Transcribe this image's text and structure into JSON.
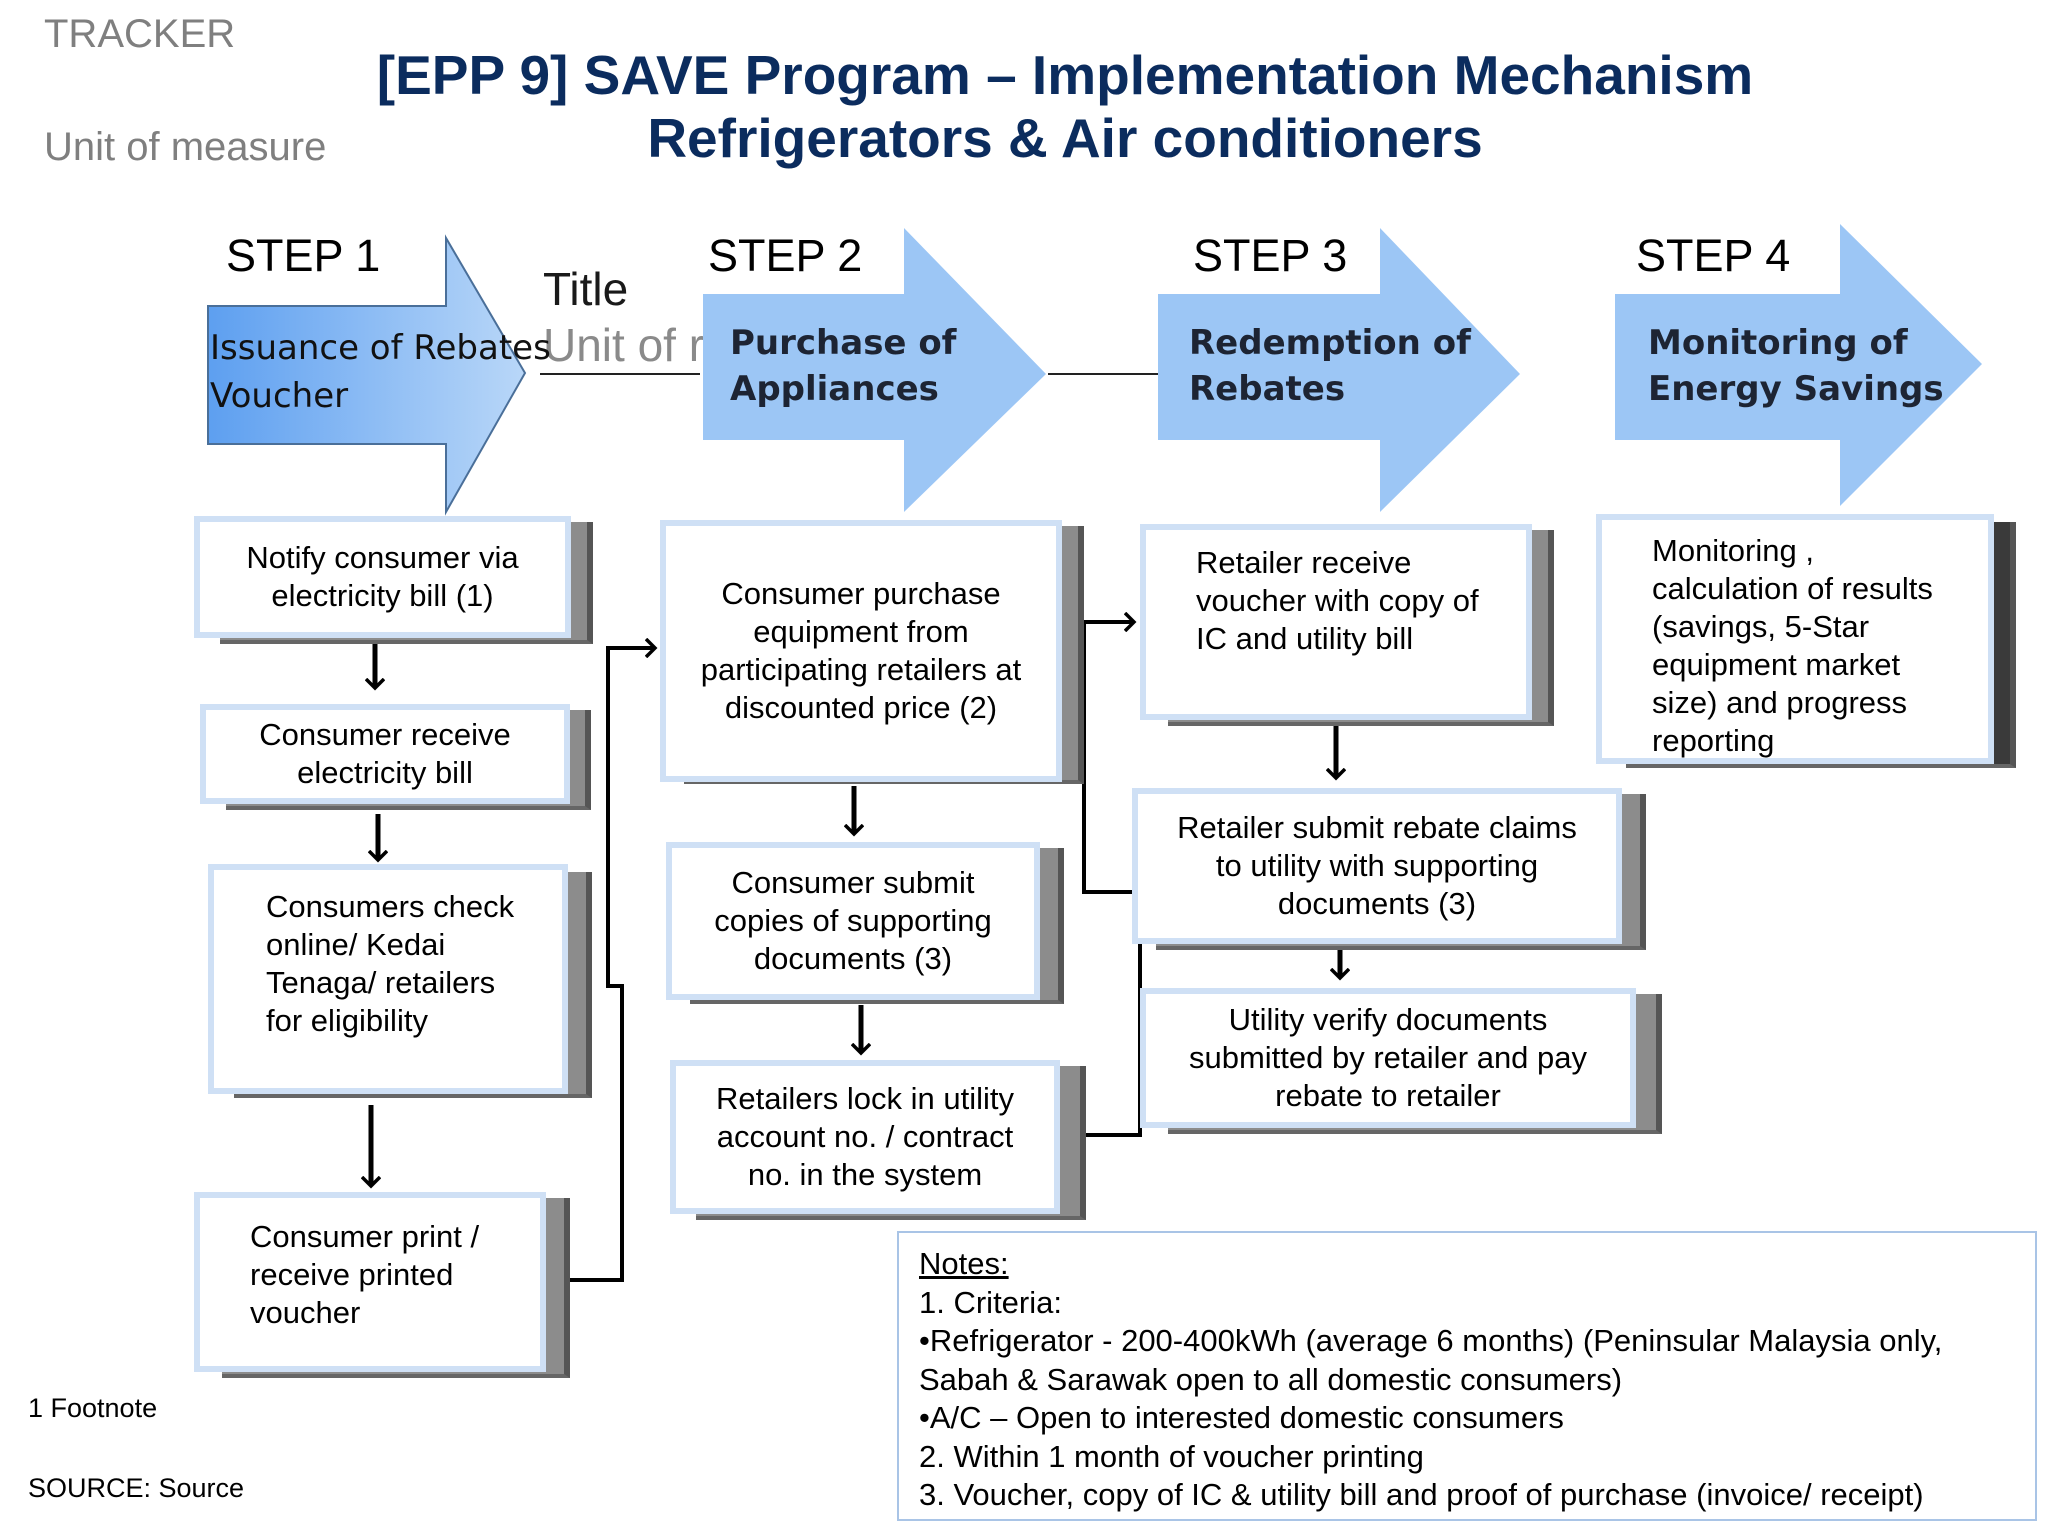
{
  "tracker": "TRACKER",
  "unit_of_measure": "Unit of measure",
  "title_line1": "[EPP 9] SAVE Program – Implementation Mechanism",
  "title_line2": "Refrigerators & Air conditioners",
  "background_placeholder": {
    "title": "Title",
    "unit": "Unit of r"
  },
  "steps": [
    {
      "label": "STEP 1",
      "arrow_line1": "Issuance of Rebates",
      "arrow_line2": "Voucher",
      "boxes": [
        "Notify consumer via electricity bill (1)",
        "Consumer receive electricity bill",
        "Consumers check online/ Kedai Tenaga/ retailers for eligibility",
        "Consumer print / receive printed voucher"
      ]
    },
    {
      "label": "STEP 2",
      "arrow_line1": "Purchase of",
      "arrow_line2": "Appliances",
      "boxes": [
        "Consumer purchase equipment from participating retailers at discounted price (2)",
        "Consumer submit copies of supporting documents (3)",
        "Retailers lock in utility account no. / contract no. in the system"
      ]
    },
    {
      "label": "STEP 3",
      "arrow_line1": "Redemption of",
      "arrow_line2": "Rebates",
      "boxes": [
        "Retailer receive voucher with copy of IC and utility bill",
        "Retailer submit rebate claims to utility with supporting documents (3)",
        "Utility verify documents submitted by retailer and pay rebate to retailer"
      ]
    },
    {
      "label": "STEP 4",
      "arrow_line1": "Monitoring of",
      "arrow_line2": "Energy Savings",
      "boxes": [
        "Monitoring , calculation of results (savings, 5-Star equipment market size) and progress reporting"
      ]
    }
  ],
  "notes": {
    "heading": "Notes:",
    "lines": [
      "1. Criteria:",
      "•Refrigerator  - 200-400kWh (average 6 months) (Peninsular Malaysia only,",
      "Sabah & Sarawak open to all domestic consumers)",
      "•A/C – Open to interested domestic consumers",
      "2. Within 1 month of voucher printing",
      "3. Voucher, copy of IC & utility bill and proof of purchase (invoice/ receipt)"
    ]
  },
  "footnote": "1 Footnote",
  "source": "SOURCE: Source",
  "colors": {
    "title": "#0b2c5e",
    "arrow_fill": "#9cc6f5",
    "box_border": "#cfe0f5",
    "shadow": "#8c8c8c"
  }
}
